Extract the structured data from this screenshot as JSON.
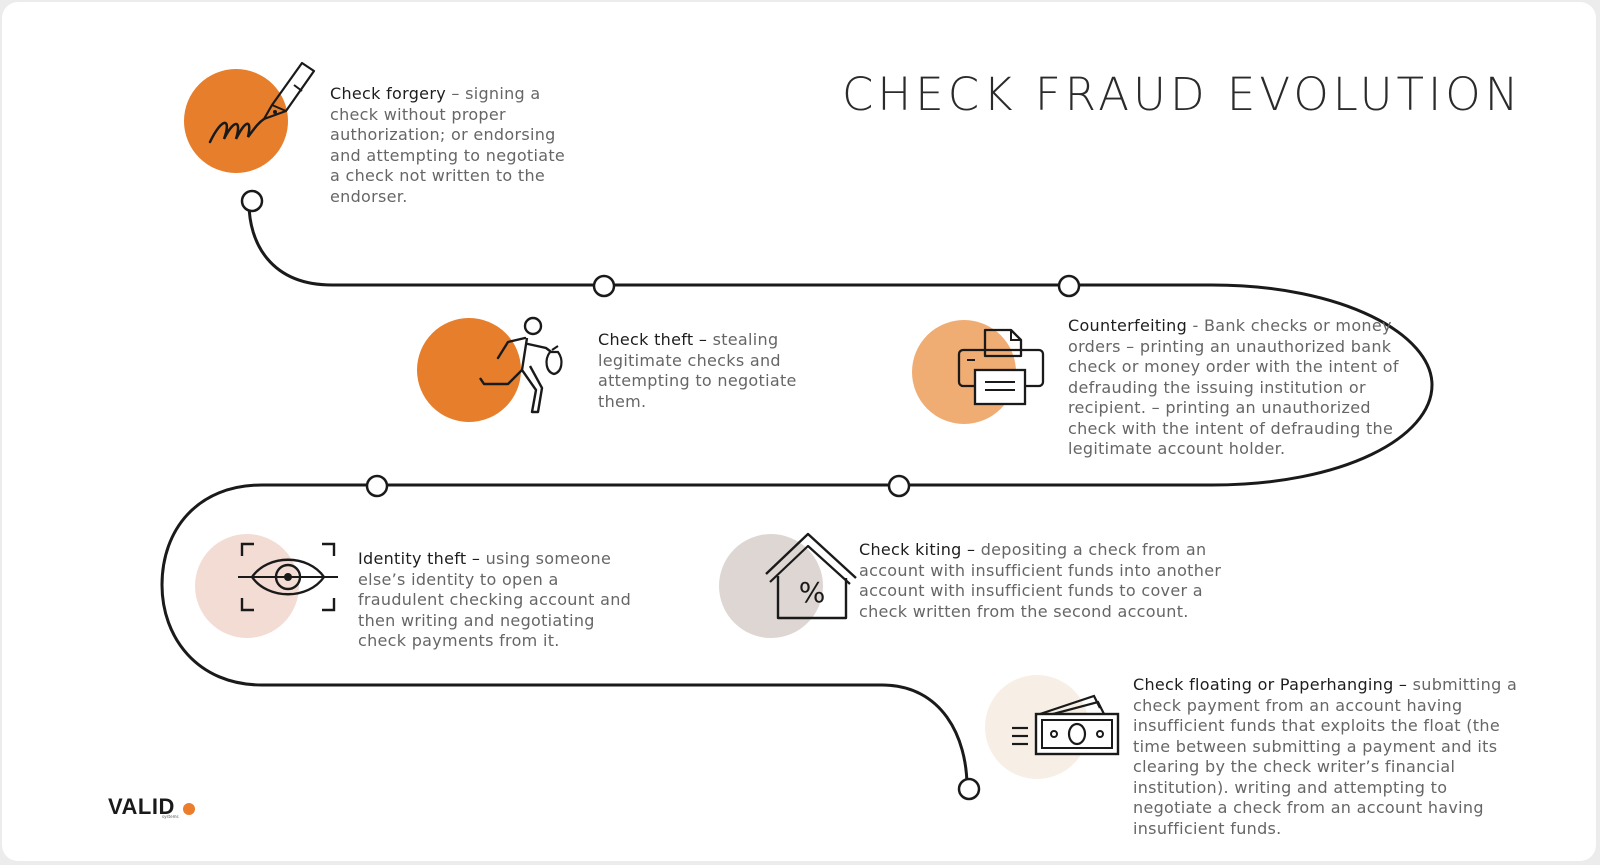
{
  "title": "CHECK FRAUD EVOLUTION",
  "colors": {
    "orange": "#e67e2b",
    "light_orange": "#f0ad73",
    "blush": "#f3dcd4",
    "taupe": "#ded6d3",
    "cream": "#f7efe6",
    "line": "#1a1a1a"
  },
  "steps": [
    {
      "term": "Check forgery",
      "sep": " – ",
      "desc": "signing a check without proper authorization; or endorsing and attempting to negotiate a check not written to the endorser.",
      "icon": "pen-signature-icon"
    },
    {
      "term": "Check theft – ",
      "sep": "",
      "desc": "stealing legitimate checks and attempting to negotiate them.",
      "icon": "running-thief-icon"
    },
    {
      "term": "Counterfeiting",
      "sep": " - ",
      "desc": "Bank checks or money orders – printing an unauthorized bank check or money order with the intent of defrauding the issuing institution or recipient.  – printing an unauthorized check with the intent of defrauding the legitimate account holder.",
      "icon": "printer-icon"
    },
    {
      "term": "Identity theft – ",
      "sep": "",
      "desc": "using someone else’s identity to open a fraudulent checking account and then writing and negotiating check payments from it.",
      "icon": "eye-scan-icon"
    },
    {
      "term": "Check kiting – ",
      "sep": "",
      "desc": "depositing a check from an account with insufficient funds into another account with insufficient funds to cover a check written from the second account.",
      "icon": "house-percent-icon"
    },
    {
      "term": "Check floating or Paperhanging – ",
      "sep": "",
      "desc": "submitting a check payment from an account having insufficient funds that exploits the float (the time between submitting a payment and its clearing by the check writer’s financial institution).  writing and attempting to negotiate a check from an account having insufficient funds.",
      "icon": "cash-money-icon"
    }
  ],
  "logo": {
    "name": "VALID",
    "sub": "systems"
  }
}
